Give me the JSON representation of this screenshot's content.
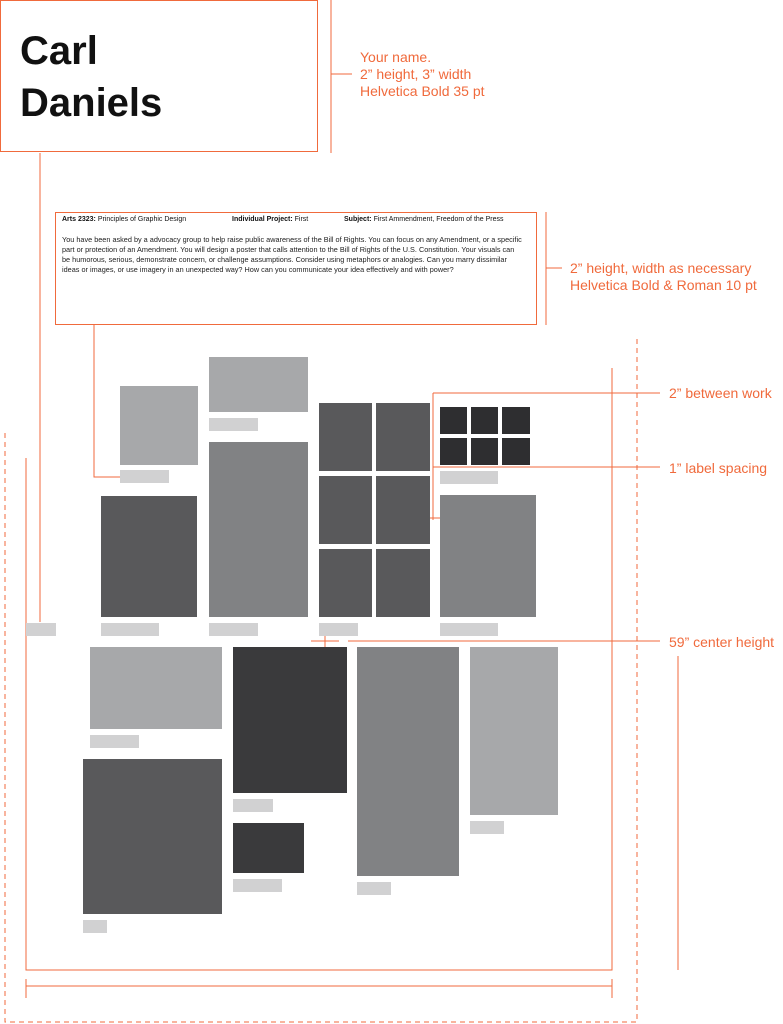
{
  "name_block": {
    "first": "Carl",
    "last": "Daniels"
  },
  "annotations": {
    "name_spec": [
      "Your name.",
      "2” height, 3” width",
      "Helvetica Bold 35 pt"
    ],
    "brief_spec": [
      "2” height, width as necessary",
      "Helvetica Bold & Roman 10 pt"
    ],
    "between_work": "2” between work",
    "label_spacing": "1” label spacing",
    "center_height": "59” center height"
  },
  "brief": {
    "course_label": "Arts 2323:",
    "course_value": "Principles of Graphic Design",
    "project_label": "Individual Project:",
    "project_value": "First",
    "subject_label": "Subject:",
    "subject_value": "First Ammendment, Freedom of the Press",
    "body": "You have been asked by a advocacy group to help raise public awareness of the Bill of Rights. You can focus on any Amendment, or a specific part or protection of an Amendment. You will design a poster that calls attention to the Bill of Rights of the U.S. Constitution. Your visuals can be humorous, serious, demonstrate concern, or challenge assumptions. Consider using metaphors or analogies. Can you marry dissimilar ideas or images, or use imagery in an unexpected way? How can you communicate your idea effectively and with power?"
  },
  "colors": {
    "accent": "#f06a3c",
    "label_placeholder": "#d1d1d2",
    "work_light": "#a7a8aa",
    "work_mid": "#818284",
    "work_dark": "#59595b",
    "work_darker": "#3a3a3c"
  }
}
